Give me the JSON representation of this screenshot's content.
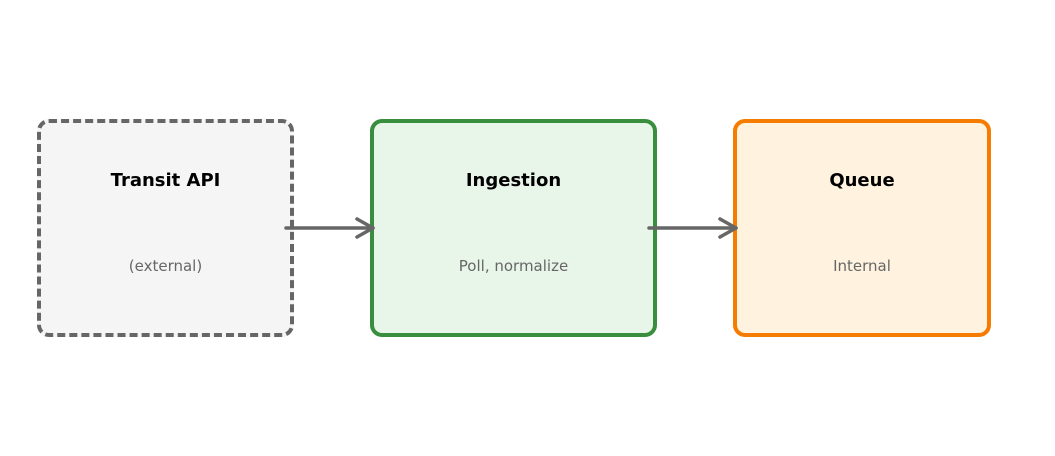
{
  "colors": {
    "external_border": "#666666",
    "external_fill": "#f5f5f5",
    "ingestion_border": "#388e3c",
    "ingestion_fill": "#e8f5e9",
    "queue_border": "#f57c00",
    "queue_fill": "#fff3e0",
    "arrow": "#666666"
  },
  "nodes": {
    "transit": {
      "title": "Transit API",
      "subtitle": "(external)"
    },
    "ingestion": {
      "title": "Ingestion",
      "subtitle": "Poll, normalize"
    },
    "queue": {
      "title": "Queue",
      "subtitle": "Internal"
    }
  },
  "edges": [
    {
      "from": "transit",
      "to": "ingestion"
    },
    {
      "from": "ingestion",
      "to": "queue"
    }
  ]
}
